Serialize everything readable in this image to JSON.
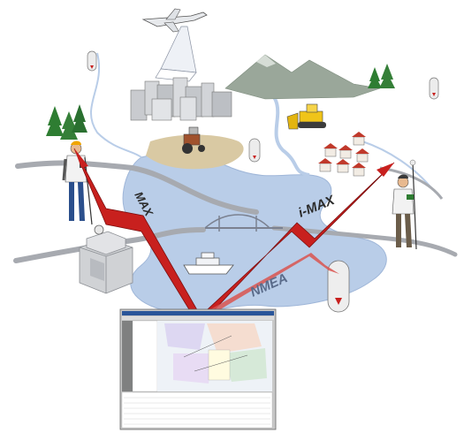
{
  "labels": {
    "max": "MAX",
    "imax": "i-MAX",
    "nmea": "NMEA"
  },
  "colors": {
    "water": "#b9cde8",
    "road": "#a7aab0",
    "bolt": "#c8201e",
    "bolt_dark": "#7c0f0f",
    "tree": "#2e7d32",
    "mountain": "#9aa79a",
    "field": "#d9c9a3",
    "screen_frame": "#c8c8c8"
  },
  "icons": [
    "airplane-icon",
    "surveyor-icon",
    "gnss-antenna-icon",
    "bulldozer-icon",
    "tractor-icon",
    "house-icon",
    "tree-icon",
    "bridge-icon",
    "boat-icon",
    "building-icon",
    "mountain-icon",
    "computer-screen-icon"
  ]
}
